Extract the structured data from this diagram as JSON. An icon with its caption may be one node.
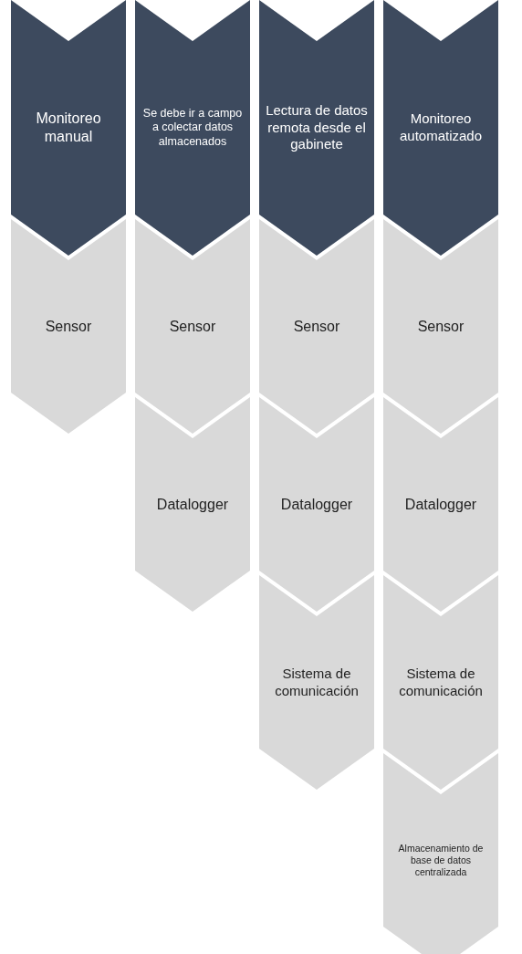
{
  "diagram": {
    "nodes": [
      {
        "text": [
          "Monitoreo manual"
        ]
      },
      {
        "text": [
          "Se debe ir a campo a colectar datos almacenados"
        ]
      },
      {
        "text": [
          "Lectura de datos remota desde el gabinete"
        ]
      },
      {
        "text": [
          "Monitoreo automatizado"
        ]
      },
      {
        "text": [
          "Sensor"
        ]
      },
      {
        "text": [
          "Sensor"
        ]
      },
      {
        "text": [
          "Sensor"
        ]
      },
      {
        "text": [
          "Sensor"
        ]
      },
      {
        "text": [
          "Datalogger"
        ]
      },
      {
        "text": [
          "Datalogger"
        ]
      },
      {
        "text": [
          "Datalogger"
        ]
      },
      {
        "text": [
          "Sistema de comunicación"
        ]
      },
      {
        "text": [
          "Sistema de comunicación"
        ]
      },
      {
        "text": [
          "Almacenamiento de base de datos centralizada"
        ]
      }
    ]
  }
}
